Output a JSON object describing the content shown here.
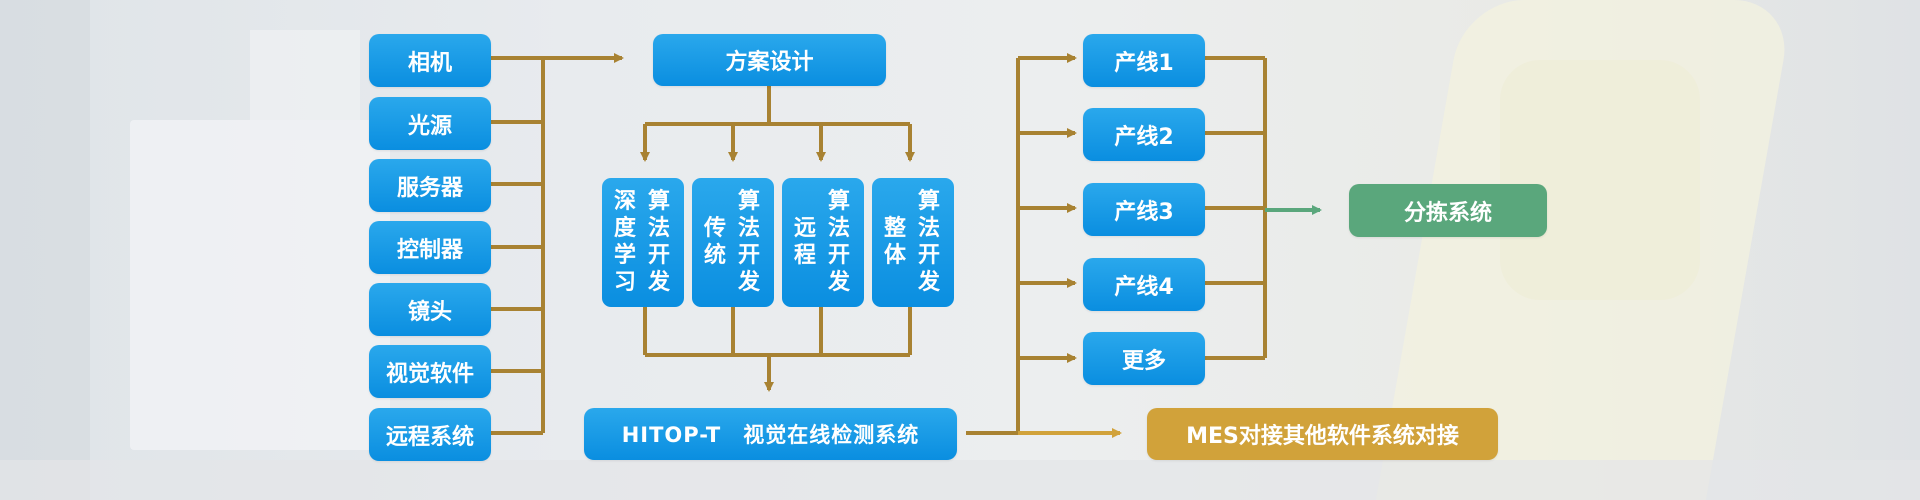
{
  "inputs": [
    "相机",
    "光源",
    "服务器",
    "控制器",
    "镜头",
    "视觉软件",
    "远程系统"
  ],
  "design": "方案设计",
  "algorithms": [
    {
      "left": "深度学习",
      "right": "算法开发"
    },
    {
      "left": "传统",
      "right": "算法开发"
    },
    {
      "left": "远程",
      "right": "算法开发"
    },
    {
      "left": "整体",
      "right": "算法开发"
    }
  ],
  "system": "HITOP-T　视觉在线检测系统",
  "lines": [
    "产线1",
    "产线2",
    "产线3",
    "产线4",
    "更多"
  ],
  "sorting": "分拣系统",
  "mes": "MES对接其他软件系统对接",
  "colors": {
    "blue_box": "#1296e3",
    "connector_brown": "#a88232",
    "sorting_green": "#5aa77c",
    "mes_gold": "#d1a23a"
  }
}
